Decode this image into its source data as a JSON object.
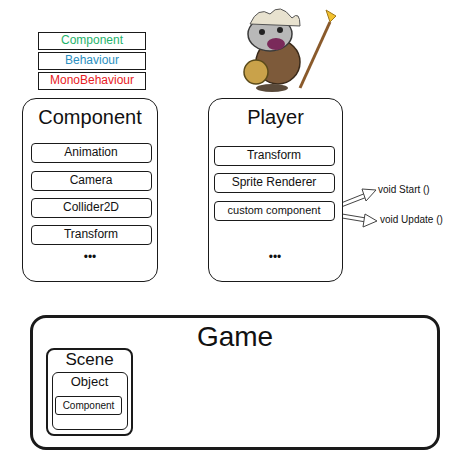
{
  "diagram": {
    "nodes": [
      {
        "text": [
          "Component"
        ]
      },
      {
        "text": [
          "Behaviour"
        ]
      },
      {
        "text": [
          "MonoBehaviour"
        ]
      },
      {
        "text": [
          "Component"
        ]
      },
      {
        "text": [
          "Animation"
        ],
        "in": 3
      },
      {
        "text": [
          "Camera"
        ],
        "in": 3
      },
      {
        "text": [
          "Collider2D"
        ],
        "in": 3
      },
      {
        "text": [
          "Transform"
        ],
        "in": 3
      },
      {
        "text": [
          "Player"
        ]
      },
      {
        "text": [
          "Transform"
        ],
        "in": 8
      },
      {
        "text": [
          "Sprite Renderer"
        ],
        "in": 8
      },
      {
        "text": [
          "custom component"
        ],
        "in": 8
      },
      {
        "text": [
          "Game"
        ]
      },
      {
        "text": [
          "Scene"
        ],
        "in": 12
      },
      {
        "text": [
          "Object"
        ],
        "in": 13
      },
      {
        "text": [
          "Component"
        ],
        "in": 14
      }
    ],
    "labels": [
      "•••",
      "•••",
      "void Start ()",
      "void Update ()"
    ]
  }
}
